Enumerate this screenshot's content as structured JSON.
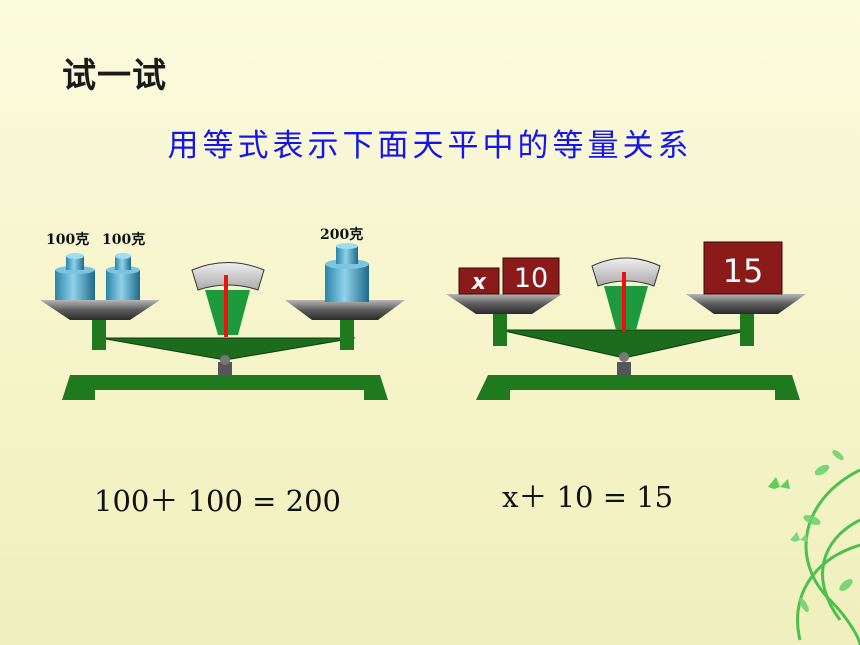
{
  "heading": "试一试",
  "subtitle": "用等式表示下面天平中的等量关系",
  "left_scale": {
    "weight_a_label": "100克",
    "weight_b_label": "100克",
    "weight_c_label": "200克",
    "equation": "100＋ 100 = 200"
  },
  "right_scale": {
    "block_x_label": "x",
    "block_10_label": "10",
    "block_15_label": "15",
    "equation": "x＋ 10 = 15"
  },
  "colors": {
    "accent_blue": "#1515ef",
    "scale_green": "#1f7a1f",
    "block_red": "#8b1a1a",
    "needle_red": "#e11"
  }
}
